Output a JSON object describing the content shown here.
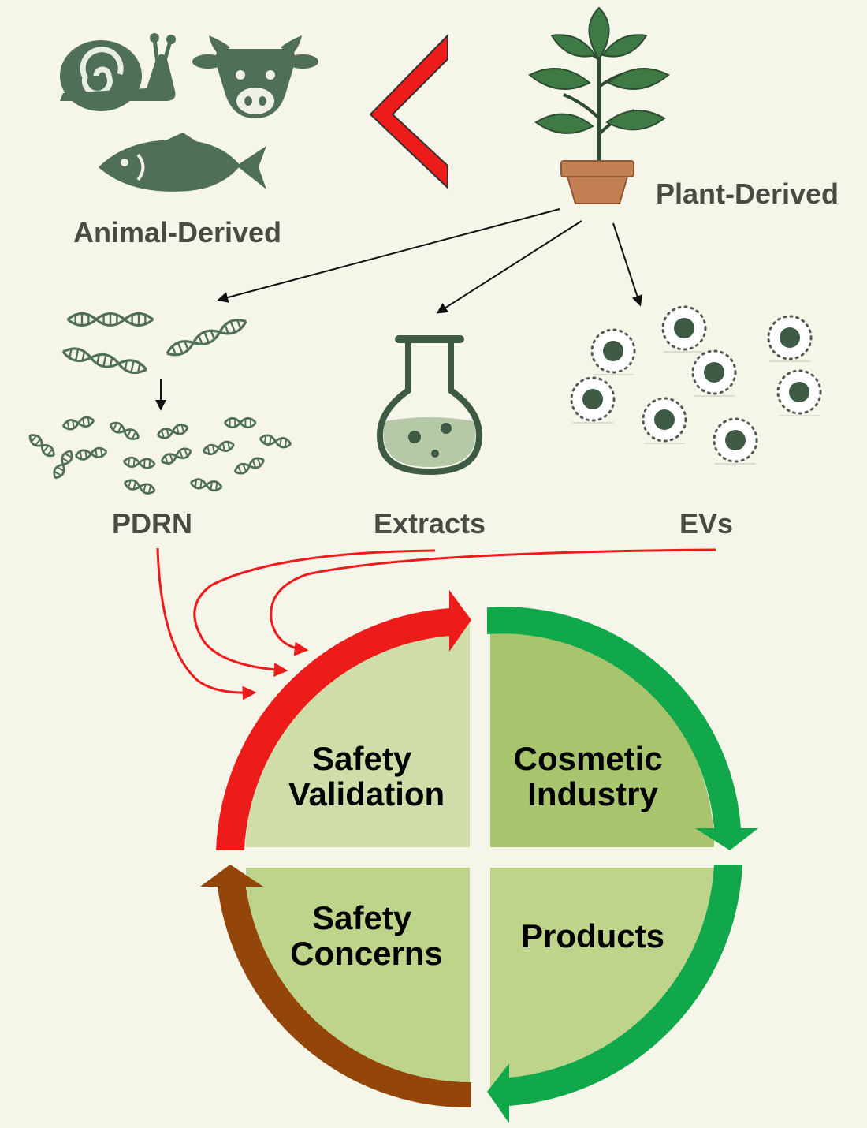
{
  "sources": {
    "animal_label": "Animal-Derived",
    "plant_label": "Plant-Derived",
    "comparison_symbol": "less-than chevron"
  },
  "outputs": {
    "pdrn_label": "PDRN",
    "extracts_label": "Extracts",
    "evs_label": "EVs"
  },
  "cycle": {
    "safety_validation": [
      "Safety",
      "Validation"
    ],
    "cosmetic_industry": [
      "Cosmetic",
      "Industry"
    ],
    "safety_concerns": [
      "Safety",
      "Concerns"
    ],
    "products": [
      "Products"
    ]
  },
  "icons": [
    "snail-icon",
    "cow-icon",
    "fish-icon",
    "potted-plant-icon",
    "dna-icon",
    "flask-icon",
    "vesicle-icon"
  ],
  "colors": {
    "background": "#f6f5ea",
    "icon_green": "#4f6f58",
    "red_arrow": "#ee1b1b",
    "green_arrow": "#10a84a",
    "brown_arrow": "#93450a",
    "quad_light": "#cfdda8",
    "quad_dark": "#a8c46c",
    "quad_mid": "#bdd48a"
  }
}
